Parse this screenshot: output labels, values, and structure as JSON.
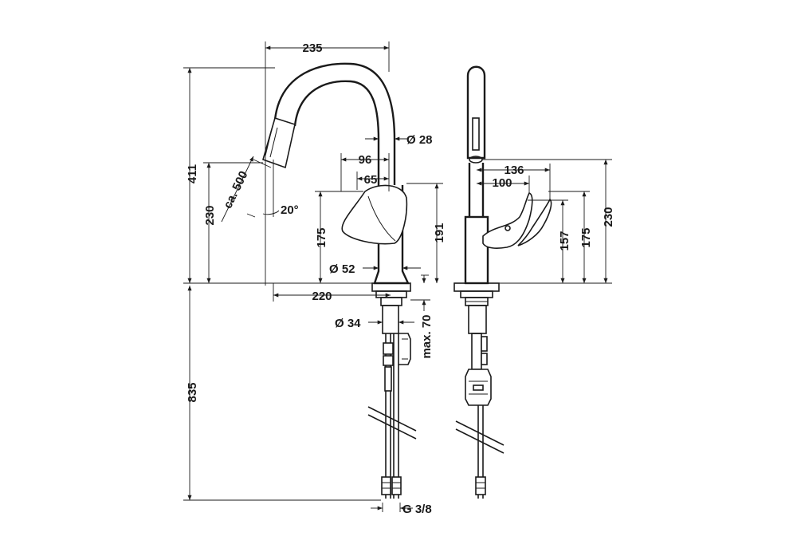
{
  "labels": {
    "w235": "235",
    "d28": "Ø 28",
    "w96": "96",
    "w65": "65",
    "h411": "411",
    "h230_left": "230",
    "ca500": "ca. 500",
    "angle20": "20°",
    "h175_left": "175",
    "h191": "191",
    "d52": "Ø 52",
    "w220": "220",
    "d34": "Ø 34",
    "max70": "max. 70",
    "h835": "835",
    "g38": "G 3/8",
    "w136": "136",
    "w100": "100",
    "h157": "157",
    "h175_right": "175",
    "h230_right": "230"
  }
}
